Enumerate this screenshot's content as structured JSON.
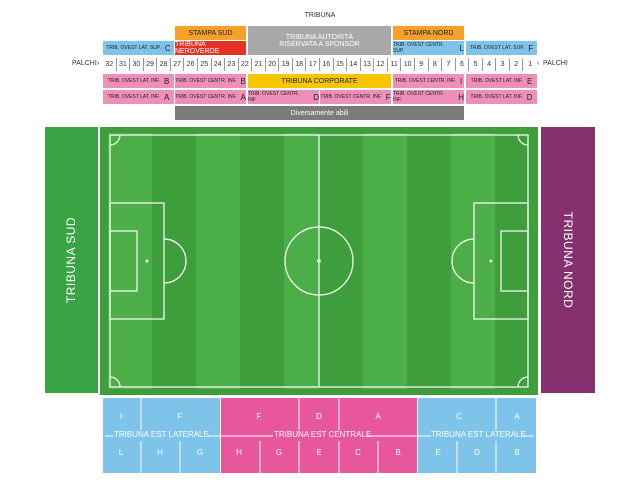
{
  "top": {
    "tribuna": "TRIBUNA",
    "stampa_sud": "STAMPA SUD",
    "stampa_nord": "STAMPA NORD",
    "tribuna_autorita_1": "TRIBUNA AUTORITÀ",
    "tribuna_autorita_2": "RISERVATA A SPONSOR",
    "trib_ovest_lat_sup_c": "TRIB. OVEST LAT. SUP.",
    "trib_ovest_lat_sup_c_letter": "C",
    "tribuna_neroverde": "TRIBUNA NEROVERDE",
    "trib_ovest_centr_sup_l": "TRIB. OVEST CENTR. SUP.",
    "trib_ovest_centr_sup_l_letter": "L",
    "trib_ovest_lat_sup_f": "TRIB. OVEST LAT. SUP.",
    "trib_ovest_lat_sup_f_letter": "F",
    "palchi_left": "PALCHI",
    "palchi_right": "PALCHI",
    "palchi_numbers": [
      "32",
      "31",
      "30",
      "29",
      "28",
      "27",
      "26",
      "25",
      "24",
      "23",
      "22",
      "21",
      "20",
      "19",
      "18",
      "17",
      "16",
      "15",
      "14",
      "13",
      "12",
      "11",
      "10",
      "9",
      "8",
      "7",
      "6",
      "5",
      "4",
      "3",
      "2",
      "1"
    ],
    "row1": [
      {
        "label": "TRIB. OVEST LAT. INF.",
        "letter": "B"
      },
      {
        "label": "TRIB. OVEST CENTR. INF.",
        "letter": "B"
      },
      {
        "label": "TRIBUNA CORPORATE",
        "letter": ""
      },
      {
        "label": "TRIB. OVEST CENTR. INF.",
        "letter": "I"
      },
      {
        "label": "TRIB. OVEST LAT. INF.",
        "letter": "E"
      }
    ],
    "row2": [
      {
        "label": "TRIB. OVEST LAT. INF.",
        "letter": "A"
      },
      {
        "label": "TRIB. OVEST CENTR. INF.",
        "letter": "A"
      },
      {
        "label": "TRIB. OVEST CENTR. INF.",
        "letter": "D"
      },
      {
        "label": "TRIB. OVEST CENTR. INF.",
        "letter": "F"
      },
      {
        "label": "TRIB. OVEST CENTR. INF.",
        "letter": "H"
      },
      {
        "label": "TRIB. OVEST LAT. INF.",
        "letter": "D"
      }
    ],
    "diversamente_abili": "Diversamente abili"
  },
  "sides": {
    "sud": "TRIBUNA SUD",
    "nord": "TRIBUNA NORD"
  },
  "bottom": {
    "est_laterale_left": "TRIBUNA EST LATERALE",
    "est_centrale": "TRIBUNA EST CENTRALE",
    "est_laterale_right": "TRIBUNA EST LATERALE",
    "left_top": [
      "I",
      "F"
    ],
    "left_bottom": [
      "L",
      "H",
      "G"
    ],
    "center_top": [
      "F",
      "D",
      "A"
    ],
    "center_bottom": [
      "H",
      "G",
      "E",
      "C",
      "B"
    ],
    "right_top": [
      "C",
      "A"
    ],
    "right_bottom": [
      "E",
      "D",
      "B"
    ]
  },
  "colors": {
    "pitch_dark": "#3f9e3c",
    "pitch_light": "#4cae46",
    "green_stand": "#3aa445",
    "purple_stand": "#86316f",
    "blue": "#7ec4ea",
    "pink": "#ee8fb7",
    "magenta": "#e8579b"
  }
}
